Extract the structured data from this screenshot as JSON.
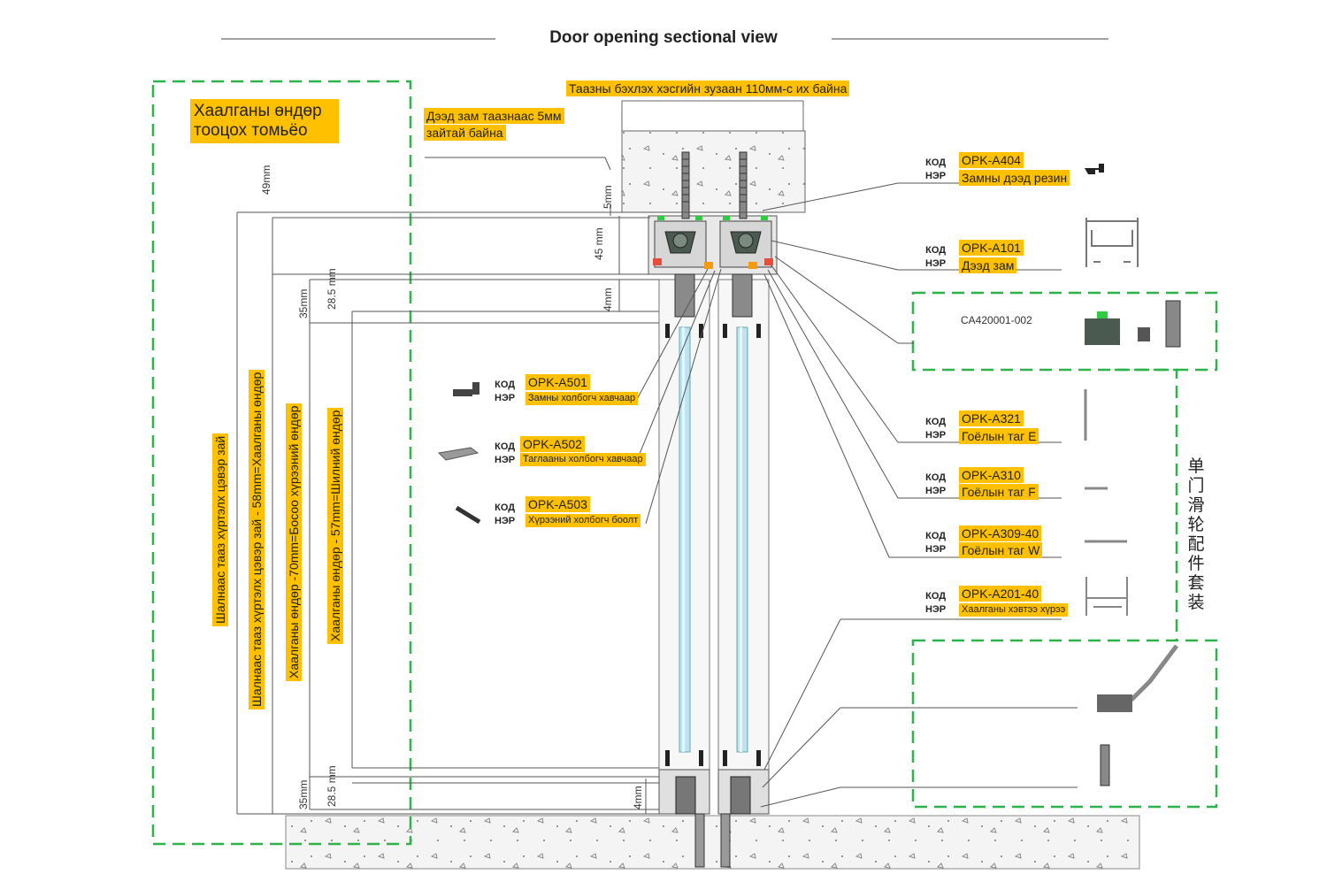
{
  "title": "Door opening sectional view",
  "notes": {
    "measure_label": "Хаалганы өндөр тооцох томьёо",
    "ceiling_width": "Таазны бэхлэх хэсгийн зузаан 110мм-с их байна",
    "top_track_gap_line1": "Дээд зам таазнаас 5мм",
    "top_track_gap_line2": "зайтай байна"
  },
  "dimensions": {
    "d49": "49mm",
    "d5": "5mm",
    "d45": "45 mm",
    "d4_top": "4mm",
    "d35_top": "35mm",
    "d285_top": "28.5 mm",
    "d35_bot": "35mm",
    "d285_bot": "28.5 mm",
    "d4_bot": "4mm"
  },
  "formulas": {
    "floor_ceiling": "Шалнаас тааз хүртэлх цэвэр зай",
    "door_height_58": "Шалнаас тааз хүртэлх цэвэр зай - 58mm=Хаалганы өндөр",
    "frame_height_70": "Хаалганы өндөр -70mm=Босоо хүрээний өндөр",
    "glass_height_57": "Хаалганы өндөр - 57mm=Шилний өндөр"
  },
  "labels": {
    "code": "КОД",
    "name": "НЭР"
  },
  "parts_right": [
    {
      "code": "OPK-A404",
      "name": "Замны дээд резин"
    },
    {
      "code": "OPK-A101",
      "name": "Дээд зам"
    },
    {
      "code": "OPK-A321",
      "name": "Гоёлын таг E"
    },
    {
      "code": "OPK-A310",
      "name": "Гоёлын таг F"
    },
    {
      "code": "OPK-A309-40",
      "name": "Гоёлын таг W"
    },
    {
      "code": "OPK-A201-40",
      "name": "Хаалганы хэвтээ хүрээ"
    }
  ],
  "parts_left": [
    {
      "code": "OPK-A501",
      "name": "Замны холбогч хавчаар"
    },
    {
      "code": "OPK-A502",
      "name": "Таглааны холбогч хавчаар"
    },
    {
      "code": "OPK-A503",
      "name": "Хүрээний холбогч боолт"
    }
  ],
  "kit_code": "CA420001-002",
  "kit_title": "单门滑轮配件套装",
  "colors": {
    "label_bg": "#ffc000",
    "dashed_box": "#2db34a",
    "line": "#555555"
  }
}
